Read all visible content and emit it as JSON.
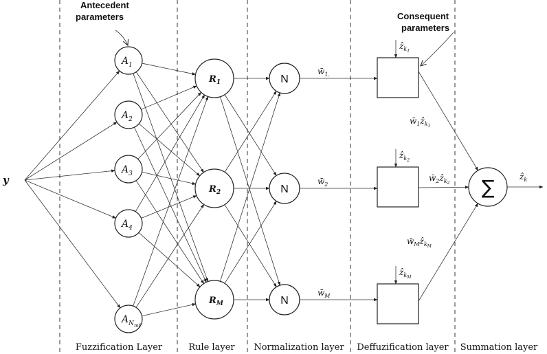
{
  "input": {
    "label": "y"
  },
  "annotations": {
    "antecedent_line1": "Antecedent",
    "antecedent_line2": "parameters",
    "consequent_line1": "Consequent",
    "consequent_line2": "parameters"
  },
  "membership_nodes": [
    {
      "base": "A",
      "sub": "1"
    },
    {
      "base": "A",
      "sub": "2"
    },
    {
      "base": "A",
      "sub": "3"
    },
    {
      "base": "A",
      "sub": "4"
    },
    {
      "base": "A",
      "sub": "N",
      "subsub": "mf"
    }
  ],
  "rule_nodes": [
    {
      "base": "R",
      "sub": "1"
    },
    {
      "base": "R",
      "sub": "2"
    },
    {
      "base": "R",
      "sub": "M"
    }
  ],
  "norm_nodes": [
    {
      "label": "N",
      "out_base": "w̄",
      "out_sub": "1",
      "out_suffix": "."
    },
    {
      "label": "N",
      "out_base": "w̄",
      "out_sub": "2",
      "out_suffix": ""
    },
    {
      "label": "N",
      "out_base": "w̄",
      "out_sub": "M",
      "out_suffix": ""
    }
  ],
  "defuzz_inputs": [
    {
      "base": "ẑ",
      "sub": "k",
      "subsub": "1"
    },
    {
      "base": "ẑ",
      "sub": "k",
      "subsub": "2"
    },
    {
      "base": "ẑ",
      "sub": "k",
      "subsub": "M"
    }
  ],
  "defuzz_outputs": [
    {
      "w": "w̄",
      "wsub": "1",
      "z": "ẑ",
      "zsub": "k",
      "zsubsub": "1"
    },
    {
      "w": "w̄",
      "wsub": "2",
      "z": "ẑ",
      "zsub": "k",
      "zsubsub": "2"
    },
    {
      "w": "w̄",
      "wsub": "M",
      "z": "ẑ",
      "zsub": "k",
      "zsubsub": "M"
    }
  ],
  "summation": {
    "symbol": "∑",
    "out_base": "ẑ",
    "out_sub": "k"
  },
  "layers": [
    "Fuzzification Layer",
    "Rule layer",
    "Normalization layer",
    "Deffuzification layer",
    "Summation layer"
  ]
}
